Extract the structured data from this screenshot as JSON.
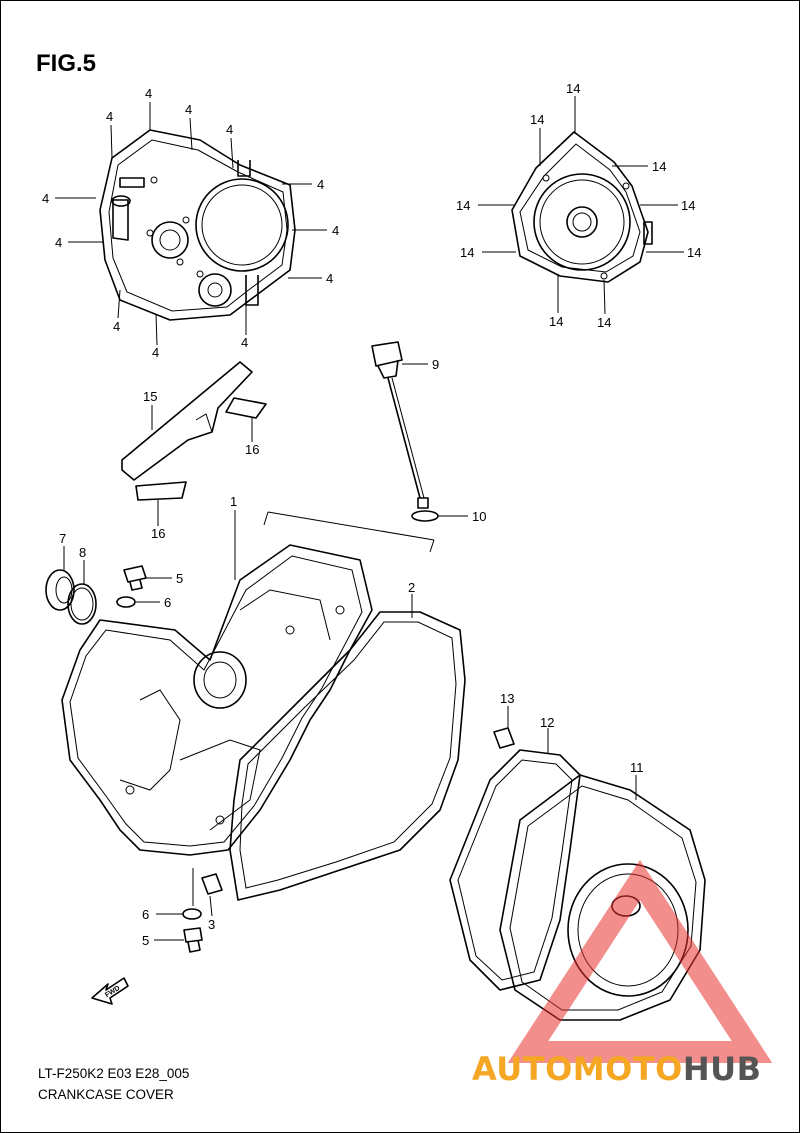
{
  "figure": {
    "title": "FIG.5",
    "model_code": "LT-F250K2 E03 E28_005",
    "caption": "CRANKCASE COVER"
  },
  "callouts": [
    {
      "id": "c-4a",
      "label": "4"
    },
    {
      "id": "c-4b",
      "label": "4"
    },
    {
      "id": "c-4c",
      "label": "4"
    },
    {
      "id": "c-4d",
      "label": "4"
    },
    {
      "id": "c-4e",
      "label": "4"
    },
    {
      "id": "c-4f",
      "label": "4"
    },
    {
      "id": "c-4g",
      "label": "4"
    },
    {
      "id": "c-4h",
      "label": "4"
    },
    {
      "id": "c-4i",
      "label": "4"
    },
    {
      "id": "c-4j",
      "label": "4"
    },
    {
      "id": "c-4k",
      "label": "4"
    },
    {
      "id": "c-4l",
      "label": "4"
    },
    {
      "id": "c-14a",
      "label": "14"
    },
    {
      "id": "c-14b",
      "label": "14"
    },
    {
      "id": "c-14c",
      "label": "14"
    },
    {
      "id": "c-14d",
      "label": "14"
    },
    {
      "id": "c-14e",
      "label": "14"
    },
    {
      "id": "c-14f",
      "label": "14"
    },
    {
      "id": "c-14g",
      "label": "14"
    },
    {
      "id": "c-14h",
      "label": "14"
    },
    {
      "id": "c-14i",
      "label": "14"
    },
    {
      "id": "c-9",
      "label": "9"
    },
    {
      "id": "c-10",
      "label": "10"
    },
    {
      "id": "c-15",
      "label": "15"
    },
    {
      "id": "c-16a",
      "label": "16"
    },
    {
      "id": "c-16b",
      "label": "16"
    },
    {
      "id": "c-1",
      "label": "1"
    },
    {
      "id": "c-2",
      "label": "2"
    },
    {
      "id": "c-7",
      "label": "7"
    },
    {
      "id": "c-8",
      "label": "8"
    },
    {
      "id": "c-5a",
      "label": "5"
    },
    {
      "id": "c-6a",
      "label": "6"
    },
    {
      "id": "c-13",
      "label": "13"
    },
    {
      "id": "c-12",
      "label": "12"
    },
    {
      "id": "c-11",
      "label": "11"
    },
    {
      "id": "c-6b",
      "label": "6"
    },
    {
      "id": "c-3",
      "label": "3"
    },
    {
      "id": "c-5b",
      "label": "5"
    }
  ],
  "fwd_marker": "FWD",
  "watermark": {
    "part1": "AUTOMOTO",
    "part2": "HUB",
    "color1": "#f5a623",
    "color2": "#555555",
    "triangle_color": "#e8322e"
  }
}
